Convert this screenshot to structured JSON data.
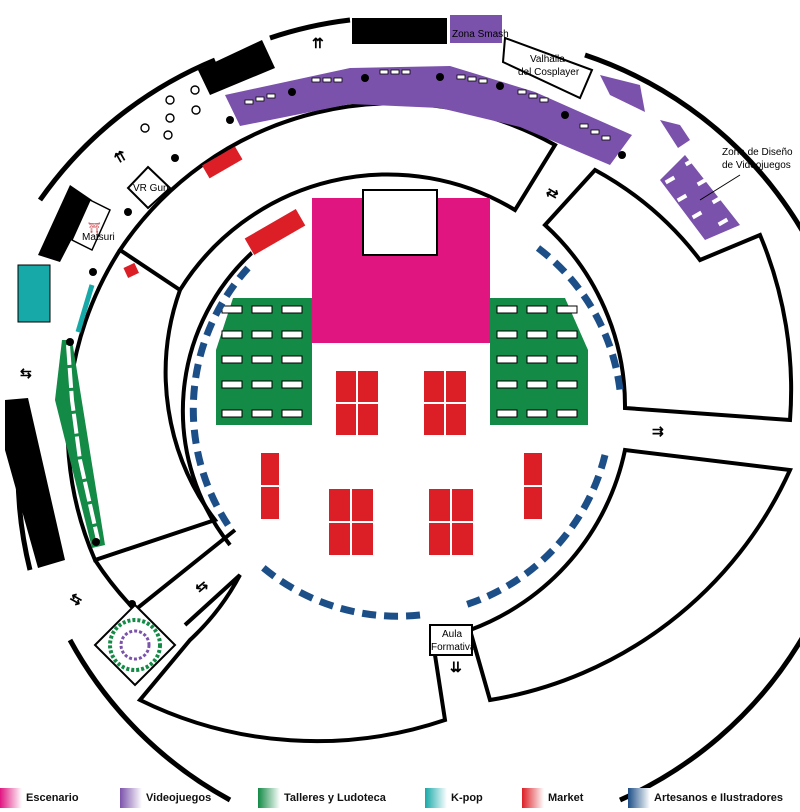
{
  "labels": {
    "zona_smash": "Zona Smash",
    "valhalla_1": "Valhalla",
    "valhalla_2": "del Cosplayer",
    "diseno_1": "Zona de Diseño",
    "diseno_2": "de Videojuegos",
    "vr_gun": "VR Gun",
    "matsuri": "Matsuri",
    "aula_1": "Aula",
    "aula_2": "Formativa"
  },
  "legend": [
    {
      "label": "Escenario",
      "color": "#e0157f"
    },
    {
      "label": "Videojuegos",
      "color": "#7b52ab"
    },
    {
      "label": "Talleres y Ludoteca",
      "color": "#138a45"
    },
    {
      "label": "K-pop",
      "color": "#17a9a8"
    },
    {
      "label": "Market",
      "color": "#dc1f26"
    },
    {
      "label": "Artesanos e Ilustradores",
      "color": "#1c4f87"
    }
  ]
}
